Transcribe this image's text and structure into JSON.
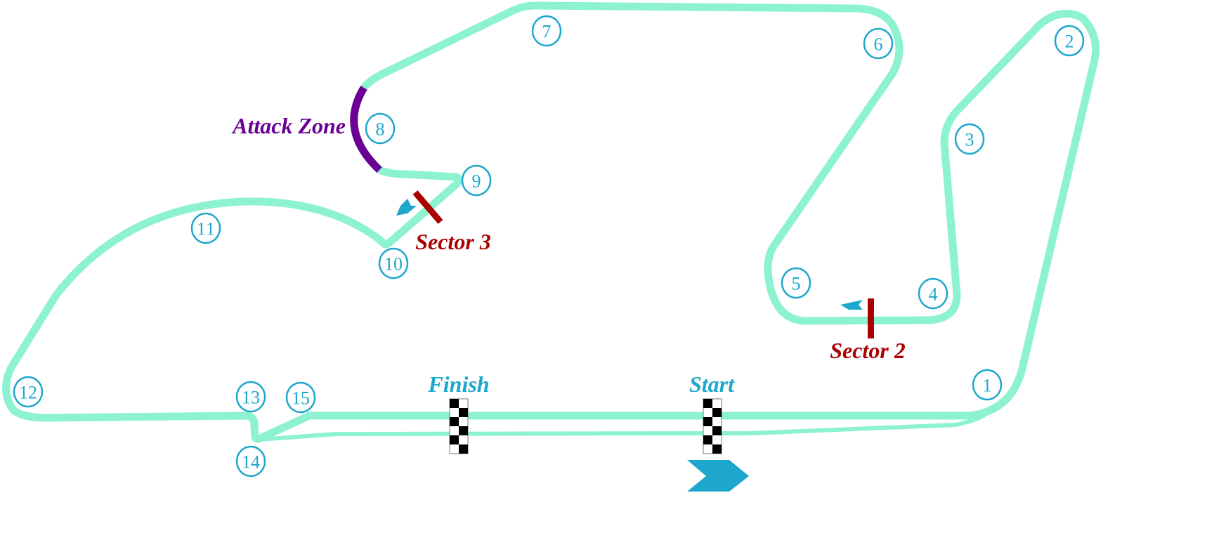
{
  "colors": {
    "track": "#8cf2cf",
    "attack_zone": "#6a0094",
    "sector": "#aa0000",
    "accent": "#1ea7cd"
  },
  "labels": {
    "attack_zone": "Attack Zone",
    "sector2": "Sector 2",
    "sector3": "Sector 3",
    "finish": "Finish",
    "start": "Start"
  },
  "turns": [
    "1",
    "2",
    "3",
    "4",
    "5",
    "6",
    "7",
    "8",
    "9",
    "10",
    "11",
    "12",
    "13",
    "14",
    "15"
  ],
  "icons": {
    "flag": "checkered-flag-icon",
    "direction": "chevron-arrow-icon"
  }
}
